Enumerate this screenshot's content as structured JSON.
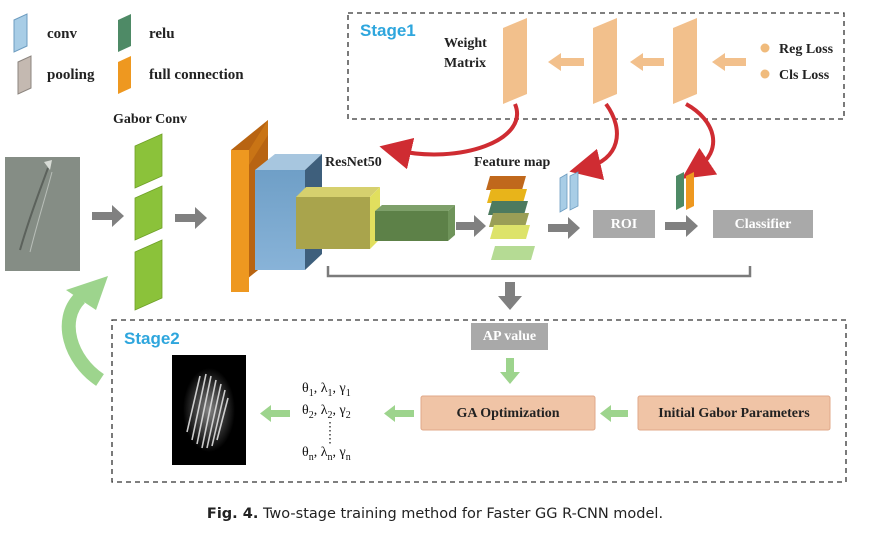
{
  "legend": {
    "conv": "conv",
    "relu": "relu",
    "pooling": "pooling",
    "full_connection": "full connection"
  },
  "stage1": {
    "title": "Stage1",
    "weight_matrix_line1": "Weight",
    "weight_matrix_line2": "Matrix",
    "reg_loss": "Reg Loss",
    "cls_loss": "Cls Loss"
  },
  "pipeline": {
    "gabor_conv": "Gabor Conv",
    "resnet": "ResNet50",
    "feature_map": "Feature map",
    "roi": "ROI",
    "classifier": "Classifier",
    "ap_value": "AP value"
  },
  "stage2": {
    "title": "Stage2",
    "ga_optimization": "GA Optimization",
    "initial_params": "Initial Gabor Parameters",
    "params": [
      {
        "theta": "θ",
        "lambda": "λ",
        "gamma": "γ",
        "sub": "1"
      },
      {
        "theta": "θ",
        "lambda": "λ",
        "gamma": "γ",
        "sub": "2"
      },
      {
        "theta": "θ",
        "lambda": "λ",
        "gamma": "γ",
        "sub": "n"
      }
    ]
  },
  "caption": {
    "label": "Fig. 4.",
    "text": "Two-stage training method for Faster GG R-CNN model."
  },
  "colors": {
    "conv": "#a8cde6",
    "relu": "#4e8a66",
    "pooling": "#c4b9b1",
    "full_connection": "#ee9820",
    "gabor": "#8bc23a",
    "stage_blue": "#2ea6dd",
    "gray_box": "#a9a9a9",
    "salmon": "#f0c4a6",
    "weight": "#f2c08c",
    "red_arrow": "#cf2c32",
    "green_arrow": "#9dd48d"
  }
}
